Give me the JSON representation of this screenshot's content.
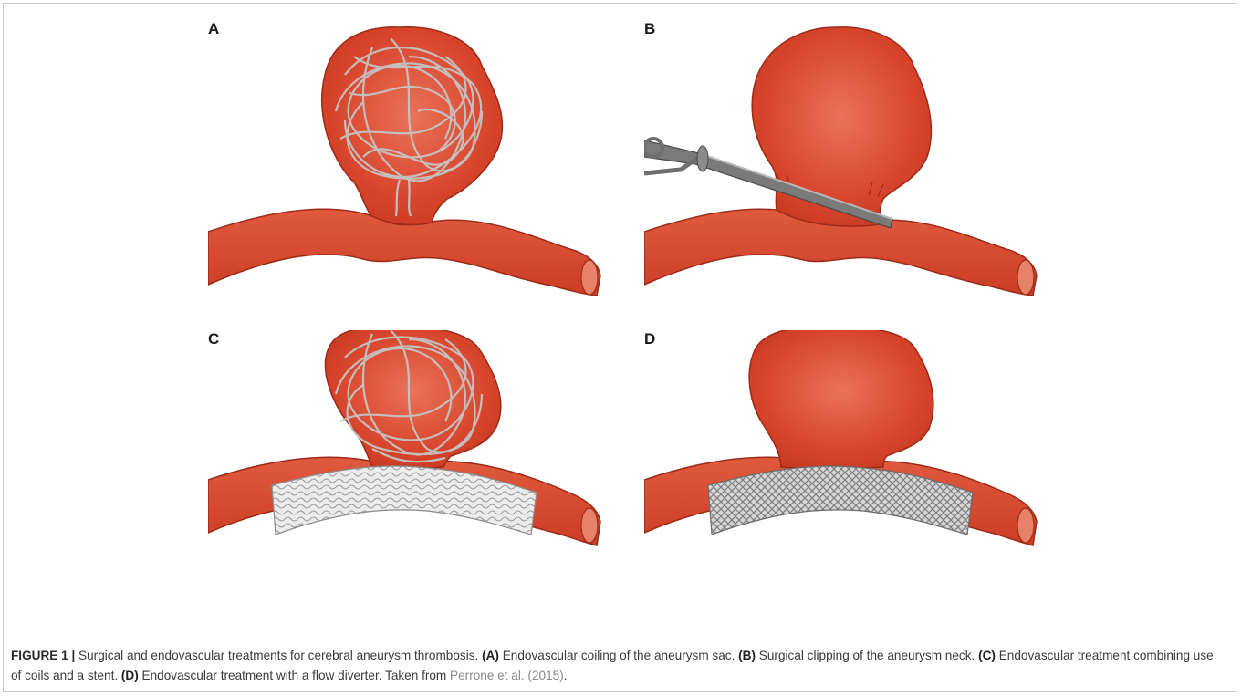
{
  "figure": {
    "panels": [
      {
        "letter": "A",
        "treatment": "coil"
      },
      {
        "letter": "B",
        "treatment": "clip"
      },
      {
        "letter": "C",
        "treatment": "coil-stent"
      },
      {
        "letter": "D",
        "treatment": "flow-diverter"
      }
    ],
    "colors": {
      "vessel": "#d7432a",
      "vessel_outline": "#9c2a17",
      "coil": "#bdbdbd",
      "stent": "#e3e3e3",
      "clip": "#6e6e6e"
    }
  },
  "caption": {
    "label": "FIGURE 1 |",
    "intro": " Surgical and endovascular treatments for cerebral aneurysm thrombosis. ",
    "a_key": "(A)",
    "a_text": " Endovascular coiling of the aneurysm sac. ",
    "b_key": "(B)",
    "b_text": " Surgical clipping of the aneurysm neck. ",
    "c_key": "(C)",
    "c_text": " Endovascular treatment combining use of coils and a stent. ",
    "d_key": "(D)",
    "d_text": " Endovascular treatment with a flow diverter. Taken from ",
    "ref": "Perrone et al. (2015)",
    "end": "."
  }
}
